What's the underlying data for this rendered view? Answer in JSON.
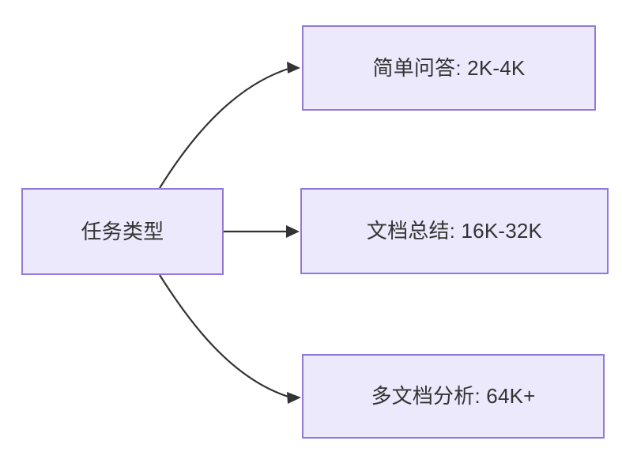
{
  "diagram": {
    "title": "任务类型",
    "orientation": "left-to-right",
    "background_color": "#ffffff",
    "node_fill_color": "#ebe9fb",
    "node_border_color": "#9279d8",
    "text_color": "#333333",
    "edge_color": "#333333",
    "nodes": [
      {
        "id": "source",
        "label": "任务类型",
        "role": "root"
      },
      {
        "id": "task-1",
        "label": "简单问答: 2K-4K",
        "role": "leaf"
      },
      {
        "id": "task-2",
        "label": "文档总结: 16K-32K",
        "role": "leaf"
      },
      {
        "id": "task-3",
        "label": "多文档分析: 64K+",
        "role": "leaf"
      }
    ],
    "edges": [
      {
        "id": "edge-1",
        "from": "source",
        "to": "task-1",
        "style": "curved",
        "arrow": "triangle"
      },
      {
        "id": "edge-2",
        "from": "source",
        "to": "task-2",
        "style": "straight",
        "arrow": "triangle"
      },
      {
        "id": "edge-3",
        "from": "source",
        "to": "task-3",
        "style": "curved",
        "arrow": "triangle"
      }
    ]
  }
}
